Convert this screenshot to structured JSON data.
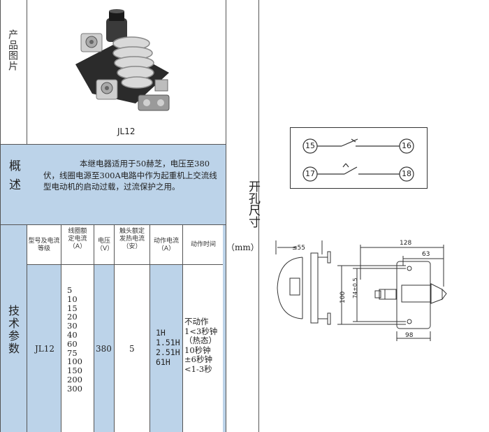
{
  "product_image": {
    "section_label": "产品图片",
    "caption": "JL12"
  },
  "overview": {
    "section_label": "概述",
    "text": "本继电器适用于50赫芝，电压至380伏，线圈电源至300A电路中作为起重机上交流线型电动机的启动过载，过流保护之用。"
  },
  "tech_params": {
    "section_label": "技术参数",
    "headers": {
      "model": "型号及电流等级",
      "coil_current": "线圈额定电流（A）",
      "voltage": "电压（V）",
      "contact_current": "触头额定发热电流（安）",
      "action_current": "动作电流（A）",
      "action_time": "动作时间"
    },
    "row": {
      "model": "JL12",
      "coil_currents": [
        "5",
        "10",
        "15",
        "20",
        "30",
        "40",
        "60",
        "75",
        "100",
        "150",
        "200",
        "300"
      ],
      "voltage": "380",
      "contact_current": "5",
      "action_currents": [
        "1H",
        "1.51H",
        "2.51H",
        "61H"
      ],
      "action_times": [
        "不动作",
        "1<3秒钟",
        "（热态）",
        "10秒钟",
        "±6秒钟",
        "<1-3秒"
      ]
    }
  },
  "mounting_dims": {
    "section_label": "开孔尺寸",
    "unit": "（mm）"
  },
  "schematic": {
    "terminals": [
      "15",
      "16",
      "17",
      "18"
    ]
  },
  "dimensions": {
    "d55": "≤55",
    "d128": "128",
    "d63": "63",
    "d74": "74±0.5",
    "d100": "100",
    "d98": "98"
  },
  "colors": {
    "section_fill": "#bcd3e9",
    "line": "#555555"
  }
}
